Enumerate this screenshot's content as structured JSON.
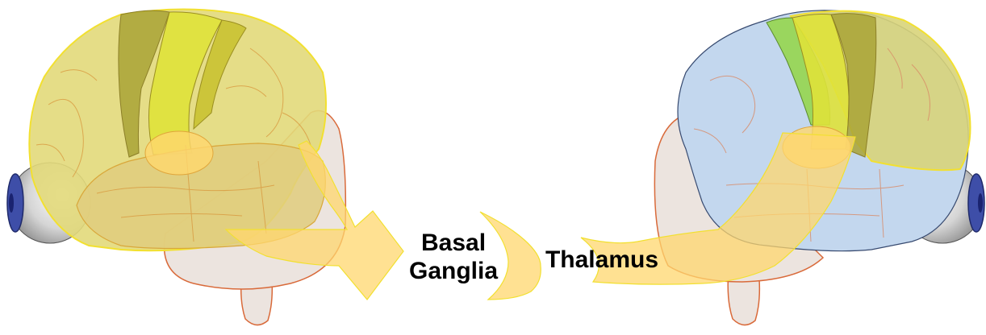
{
  "labels": {
    "basal_line1": "Basal",
    "basal_line2": "Ganglia",
    "thalamus": "Thalamus"
  },
  "colors": {
    "cortex_yellow": "#e2d97a",
    "motor_strip_dark": "#a9a336",
    "motor_strip_bright": "#dfe23a",
    "lobe_blue": "#c3d7ee",
    "highlight_green": "#9ad65e",
    "arrow_fill": "#ffd76e",
    "cerebellum": "#ece4df",
    "outline_red": "#d96a3a",
    "eye_blue": "#3e4ea8",
    "eye_white": "#e8e8e8"
  },
  "icons": [
    "left-brain",
    "right-brain",
    "eyeball-left",
    "eyeball-right",
    "flow-arrow"
  ]
}
